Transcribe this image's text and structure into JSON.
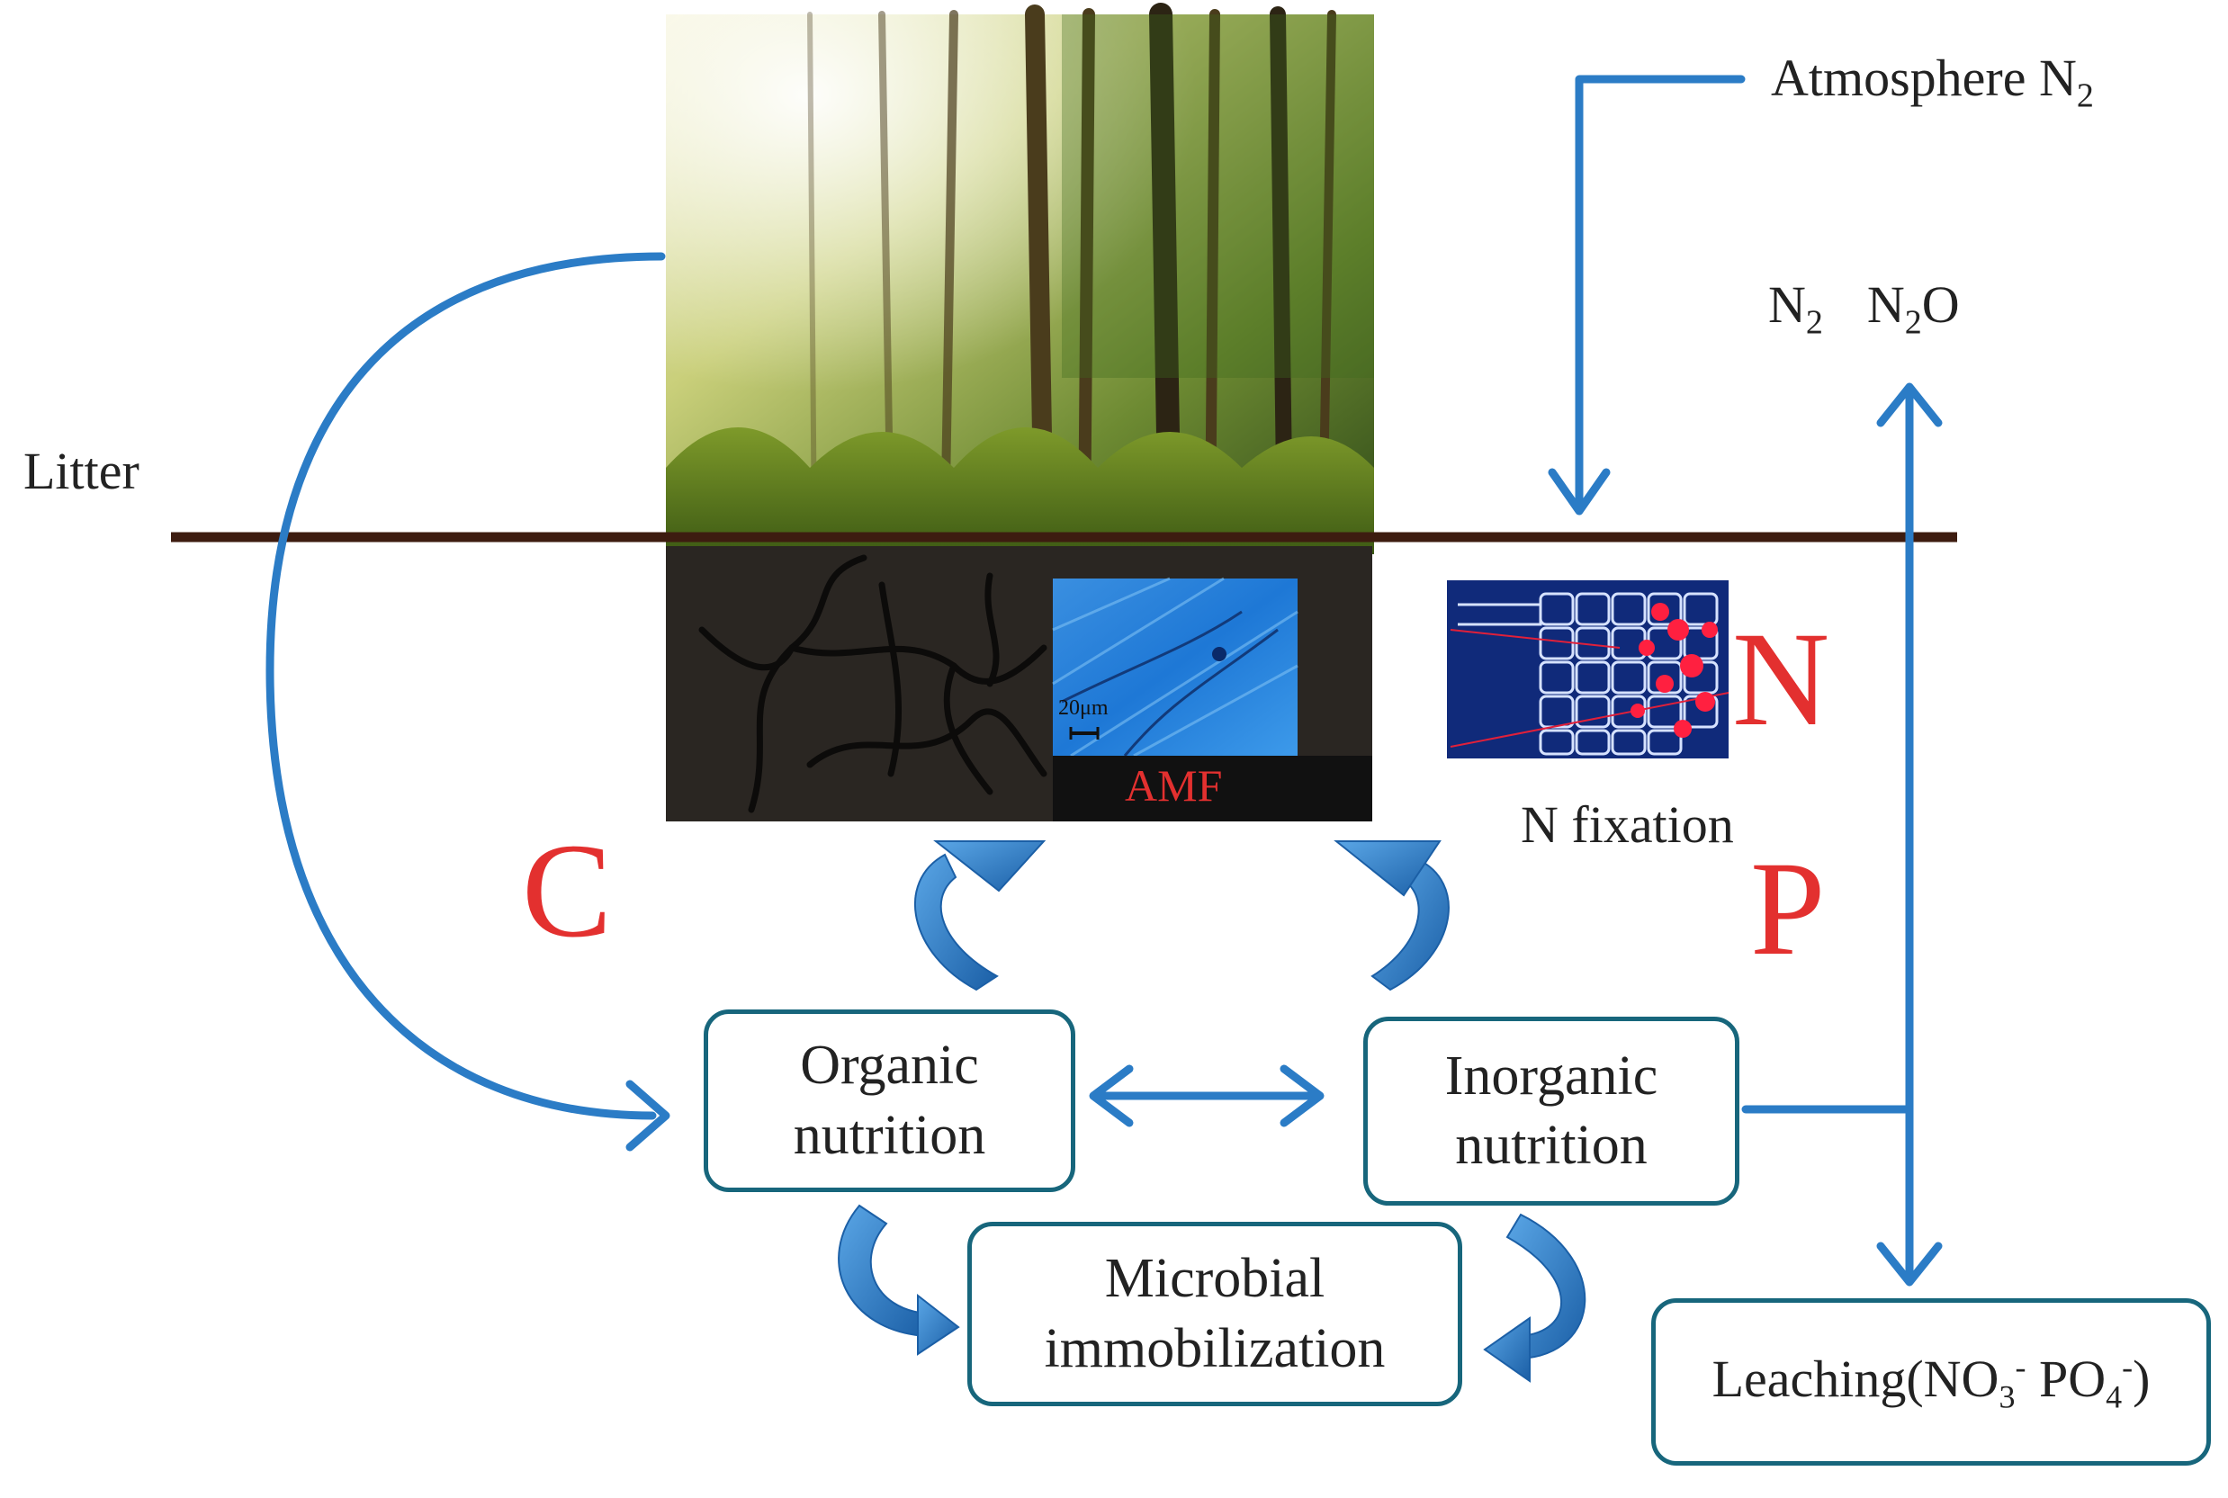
{
  "labels": {
    "litter": "Litter",
    "atmosphere": "Atmosphere N",
    "atmosphere_sub": "2",
    "n2": "N",
    "n2_sub": "2",
    "n2o_n": "N",
    "n2o_sub": "2",
    "n2o_o": "O",
    "n_fixation": "N fixation",
    "amf": "AMF",
    "scale_bar": "20μm"
  },
  "elements": {
    "c": "C",
    "n": "N",
    "p": "P"
  },
  "boxes": {
    "organic": [
      "Organic",
      "nutrition"
    ],
    "inorganic": [
      "Inorganic",
      "nutrition"
    ],
    "microbial": [
      "Microbial",
      "immobilization"
    ],
    "leaching": {
      "prefix": "Leaching(NO",
      "no3_sub": "3",
      "sup1": "-",
      "mid": " PO",
      "po4_sub": "4",
      "sup2": "-",
      "suffix": ")"
    }
  },
  "colors": {
    "arrow_blue": "#2b7cc6",
    "box_border": "#17667c",
    "element_red": "#e3302f",
    "soil_line": "#3d1c10"
  }
}
